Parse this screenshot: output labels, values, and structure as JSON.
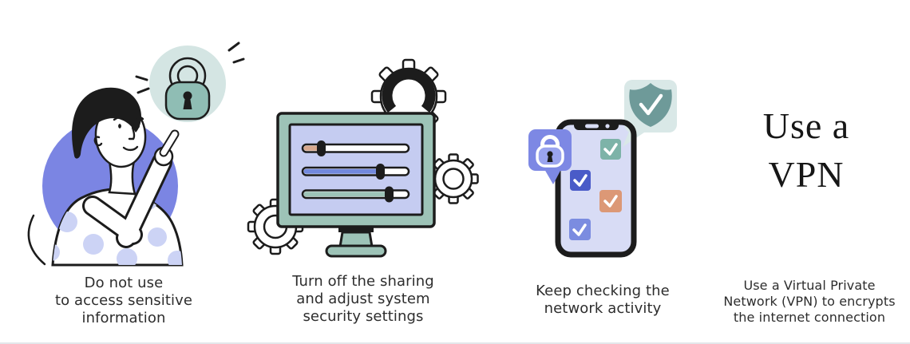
{
  "colors": {
    "page_bg": "#ffffff",
    "ink": "#1c1c1c",
    "text_color": "#2d2d2d",
    "heading_color": "#161616",
    "purple_circle": "#7b85e3",
    "teal_circle": "#d4e5e3",
    "lock_teal": "#8fbdb4",
    "polka_dot": "#ccd3f5",
    "monitor_frame": "#9dc3b7",
    "screen_lavender": "#c5ccf1",
    "slider_peach": "#d8a88d",
    "slider_blue": "#7289dd",
    "phone_screen": "#d8dcf5",
    "check_teal": "#7db3a8",
    "check_indigo": "#4a5bc8",
    "check_salmon": "#dc9876",
    "check_periwinkle": "#7b8ce0",
    "bubble_purple": "#7d88e4",
    "bubble_lock_body": "#9aa4ee",
    "bubble_teal": "#d9e8e7",
    "shield_teal": "#6e9a99"
  },
  "icons": {
    "p1": [
      "person-pointing-illustration",
      "padlock-icon",
      "sparkle-marks"
    ],
    "p2": [
      "monitor-illustration",
      "slider-rows",
      "gear-icons"
    ],
    "p3": [
      "phone-illustration",
      "checkbox-icons",
      "padlock-bubble-icon",
      "shield-bubble-icon"
    ]
  },
  "panels": {
    "p1": {
      "caption": "Do not use\nto access sensitive\ninformation"
    },
    "p2": {
      "caption": "Turn off the sharing\nand adjust system\nsecurity settings"
    },
    "p3": {
      "caption": "Keep checking the\nnetwork activity"
    },
    "p4": {
      "heading": "Use a\nVPN",
      "caption": "Use a Virtual Private\nNetwork (VPN) to encrypts\nthe internet connection"
    }
  }
}
